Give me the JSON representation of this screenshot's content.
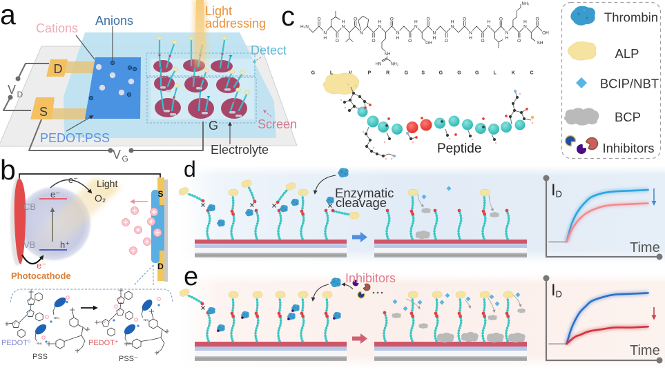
{
  "figure": {
    "panel_labels": {
      "a": "a",
      "b": "b",
      "c": "c",
      "d": "d",
      "e": "e"
    },
    "panel_a": {
      "cations": "Cations",
      "anions": "Anions",
      "light_addressing": {
        "line1": "Light",
        "line2": "addressing"
      },
      "detect": "Detect",
      "screen": "Screen",
      "gate": "G",
      "electrolyte": "Electrolyte",
      "channel": "PEDOT:PSS",
      "drain": "D",
      "source": "S",
      "drain_voltage": {
        "symbol": "V",
        "subscript": "D"
      },
      "gate_voltage": {
        "symbol": "V",
        "subscript": "G"
      },
      "gate_array": {
        "rows": 3,
        "columns": 3
      }
    },
    "panel_b": {
      "conduction_band": "CB",
      "valence_band": "VB",
      "electron": "e⁻",
      "hole": "h⁺",
      "light": "Light",
      "oxygen": "O₂",
      "photocathode": "Photocathode",
      "source": "S",
      "drain": "D",
      "reaction": {
        "reactant_polymer": "PEDOT⁰",
        "reactant_counterion": "PSS",
        "product_polymer": "PEDOT⁺",
        "product_counterion": "PSS⁻",
        "ammonium": "NH₃"
      }
    },
    "panel_c": {
      "structure_atoms": {
        "n_terminus": "H₂N",
        "oxygen": "O",
        "nitrogen": "N",
        "hydrogen": "H",
        "hydroxyl": "OH",
        "thiol": "SH",
        "amine": "NH₂",
        "imine": "NH",
        "guanidino_nh": "HN"
      },
      "sequence": [
        "G",
        "L",
        "V",
        "P",
        "R",
        "G",
        "S",
        "G",
        "G",
        "G",
        "L",
        "K",
        "C"
      ],
      "model_label": "Peptide"
    },
    "legend": {
      "items": [
        {
          "label": "Thrombin",
          "icon": "thrombin-blob"
        },
        {
          "label": "ALP",
          "icon": "alp-blob"
        },
        {
          "label": "BCIP/NBT",
          "icon": "diamond"
        },
        {
          "label": "BCP",
          "icon": "precipitate-cloud"
        },
        {
          "label": "Inhibitors",
          "icon": "inhibitor-blobs"
        }
      ]
    },
    "panel_d": {
      "annotation": {
        "line1": "Enzymatic",
        "line2": "cleavage"
      }
    },
    "panel_e": {
      "annotation": "Inhibitors"
    }
  },
  "colors": {
    "panel_letter": "#111111",
    "wire": "#6b6b6b",
    "electrolyte": "#bde2f1",
    "channel": "#4a92e2",
    "electrode_gold": "#f4c060",
    "gate_pad": "#a8466a",
    "peptide": "#3cc6c2",
    "cleavage_site": "#e0424a",
    "alp": "#f6e39f",
    "thrombin": "#3a9ccc",
    "bcip_nbt": "#5ab4e4",
    "bcp": "#bababa",
    "inhibitor_blue": "#1f4fa0",
    "inhibitor_purple": "#4a0b8e",
    "inhibitor_red": "#d05a66",
    "cations_text": "#efaab6",
    "anions_text": "#3b6fa8",
    "light_text": "#e8923a",
    "detect_text": "#5fb9d8",
    "screen_text": "#d4788c",
    "channel_text": "#5b93e0",
    "photocathode_text": "#d9803a",
    "pedot_neutral_text": "#7b86d0",
    "pedot_oxidized_text": "#e05a5a",
    "inhibitors_text": "#e27b8d",
    "conduction_band": "#e2606c",
    "valence_band": "#4f5fc4",
    "panel_d_arrow": "#4f8fe0",
    "panel_e_arrow": "#d0606e"
  },
  "chart_data": [
    {
      "panel": "d",
      "type": "line",
      "title": "",
      "xlabel": "Time",
      "ylabel": "I_D",
      "ylabel_display": {
        "symbol": "I",
        "subscript": "D"
      },
      "xlim": [
        0,
        1
      ],
      "ylim": [
        0,
        1
      ],
      "value_units": "normalized (schematic, no ticks)",
      "grid": false,
      "legend": "none",
      "baseline": {
        "x": [
          0.02,
          0.18
        ],
        "value": 0.19
      },
      "x": [
        0.18,
        0.22,
        0.26,
        0.3,
        0.35,
        0.4,
        0.5,
        0.6,
        0.75,
        0.9
      ],
      "series": [
        {
          "name": "blue curve",
          "color": "#2ea3df",
          "values": [
            0.19,
            0.4,
            0.53,
            0.62,
            0.7,
            0.76,
            0.81,
            0.83,
            0.84,
            0.85
          ]
        },
        {
          "name": "red curve",
          "color": "#f28a8e",
          "values": [
            0.19,
            0.33,
            0.42,
            0.49,
            0.55,
            0.59,
            0.64,
            0.66,
            0.67,
            0.68
          ]
        }
      ],
      "annotation": {
        "type": "arrow",
        "direction": "down",
        "color": "#4a8ad2"
      }
    },
    {
      "panel": "e",
      "type": "line",
      "title": "",
      "xlabel": "Time",
      "ylabel": "I_D",
      "ylabel_display": {
        "symbol": "I",
        "subscript": "D"
      },
      "xlim": [
        0,
        1
      ],
      "ylim": [
        0,
        1
      ],
      "value_units": "normalized (schematic, no ticks)",
      "grid": false,
      "legend": "none",
      "baseline": {
        "x": [
          0.02,
          0.18
        ],
        "value": 0.2
      },
      "x": [
        0.18,
        0.22,
        0.26,
        0.3,
        0.35,
        0.4,
        0.5,
        0.6,
        0.75,
        0.9
      ],
      "series": [
        {
          "name": "blue curve",
          "color": "#2a6fca",
          "values": [
            0.2,
            0.38,
            0.5,
            0.59,
            0.66,
            0.72,
            0.77,
            0.8,
            0.81,
            0.82
          ]
        },
        {
          "name": "red curve",
          "color": "#d2343f",
          "values": [
            0.2,
            0.25,
            0.29,
            0.31,
            0.34,
            0.36,
            0.38,
            0.4,
            0.4,
            0.41
          ]
        }
      ],
      "annotation": {
        "type": "arrow",
        "direction": "down",
        "color": "#c8404e"
      }
    }
  ]
}
